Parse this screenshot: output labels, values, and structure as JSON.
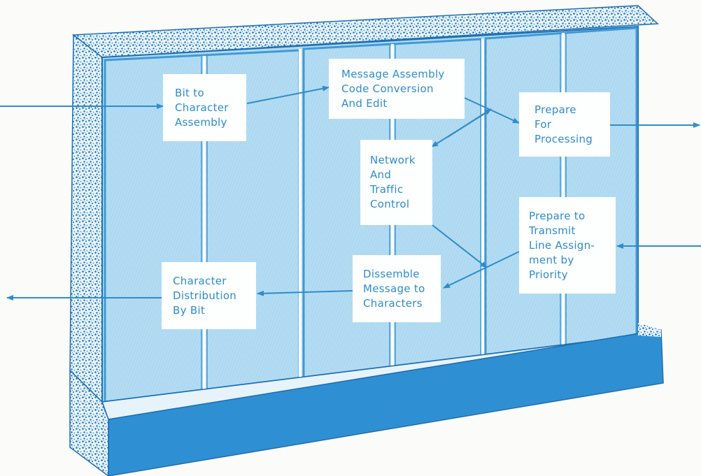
{
  "diagram": {
    "boxes": {
      "bit_to_character": {
        "lines": [
          "Bit to",
          "Character",
          "Assembly"
        ]
      },
      "message_assembly": {
        "lines": [
          "Message Assembly",
          "Code Conversion",
          "And Edit"
        ]
      },
      "prepare_processing": {
        "lines": [
          "Prepare",
          "For",
          "Processing"
        ]
      },
      "network_traffic": {
        "lines": [
          "Network",
          "And",
          "Traffic",
          "Control"
        ]
      },
      "prepare_transmit": {
        "lines": [
          "Prepare to",
          "Transmit",
          "Line Assign-",
          "ment by",
          "Priority"
        ]
      },
      "dissemble_message": {
        "lines": [
          "Dissemble",
          "Message to",
          "Characters"
        ]
      },
      "character_distribution": {
        "lines": [
          "Character",
          "Distribution",
          "By Bit"
        ]
      }
    },
    "colors": {
      "ink": "#2f8ccb",
      "panel": "#a8d6f0",
      "panel_light": "#c3e4f6",
      "frame": "#3f9ad6",
      "speckle": "#1f6fb5",
      "base_front": "#2f8fd3"
    }
  }
}
